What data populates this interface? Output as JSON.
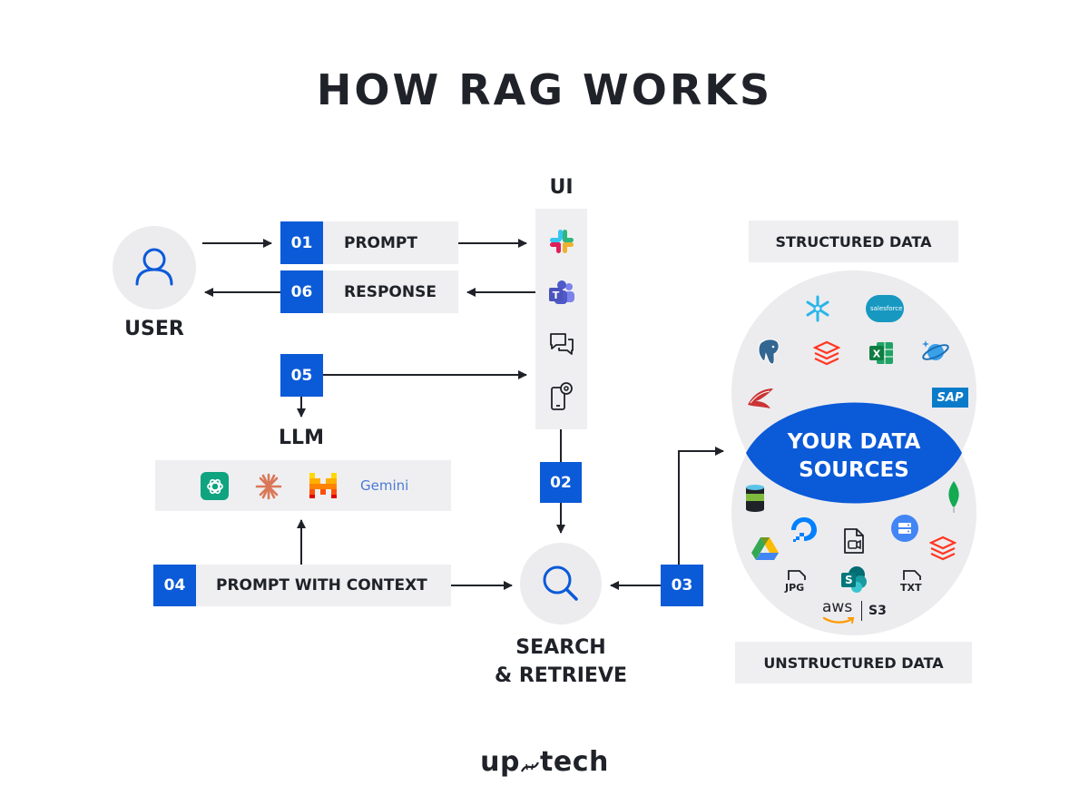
{
  "title": "HOW RAG WORKS",
  "user": {
    "label": "USER"
  },
  "ui": {
    "label": "UI"
  },
  "llm": {
    "label": "LLM",
    "models": [
      "chatgpt-icon",
      "claude-icon",
      "mistral-icon",
      "gemini-logo"
    ],
    "gemini_text": "Gemini"
  },
  "steps": {
    "s01": {
      "num": "01",
      "label": "PROMPT"
    },
    "s06": {
      "num": "06",
      "label": "RESPONSE"
    },
    "s05": {
      "num": "05"
    },
    "s02": {
      "num": "02"
    },
    "s04": {
      "num": "04",
      "label": "PROMPT WITH CONTEXT"
    },
    "s03": {
      "num": "03"
    }
  },
  "search": {
    "line1": "SEARCH",
    "line2": "& RETRIEVE"
  },
  "data_sources": {
    "center_line1": "YOUR DATA",
    "center_line2": "SOURCES",
    "structured_label": "STRUCTURED DATA",
    "unstructured_label": "UNSTRUCTURED DATA",
    "salesforce_text": "salesforce",
    "sap_text": "SAP",
    "jpg_text": "JPG",
    "txt_text": "TXT",
    "aws_text": "aws",
    "s3_text": "S3",
    "sharepoint_text": "S"
  },
  "footer": {
    "brand_left": "up",
    "brand_right": "tech"
  },
  "colors": {
    "accent": "#0b5ad8",
    "panel": "#efeff1",
    "circle": "#ececef",
    "text": "#1f2228"
  }
}
